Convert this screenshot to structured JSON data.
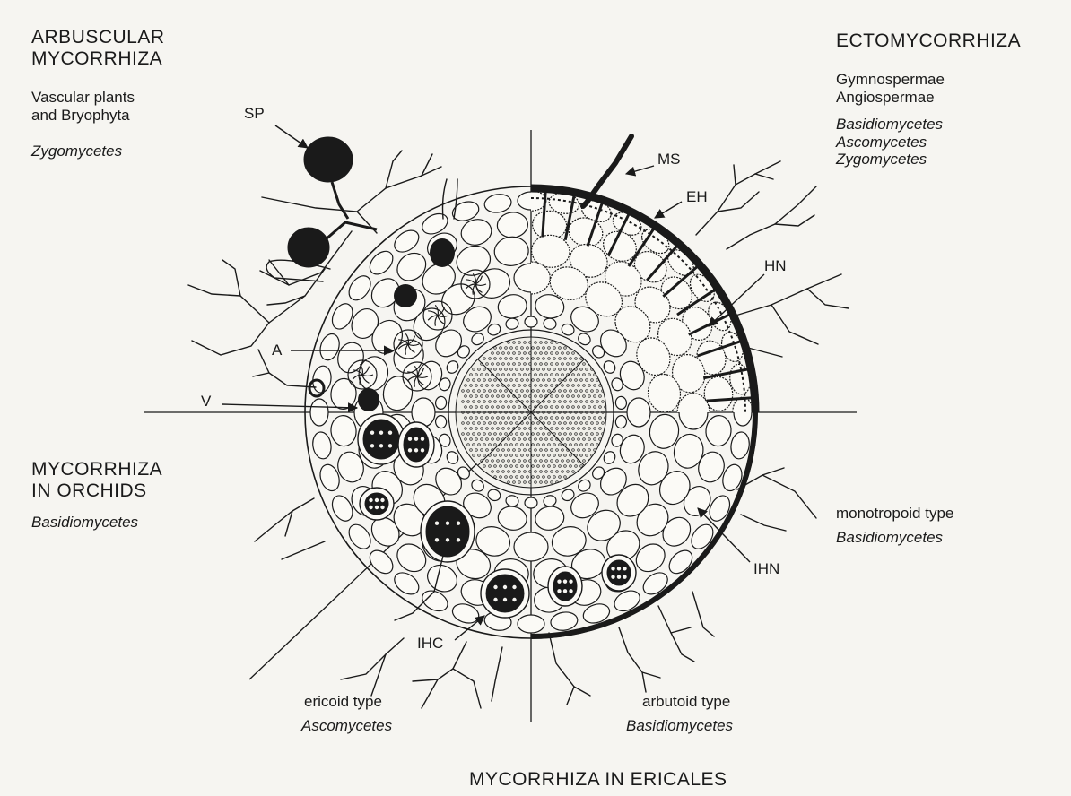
{
  "sections": {
    "arbuscular": {
      "title": "ARBUSCULAR\nMYCORRHIZA",
      "hosts": "Vascular plants\nand Bryophyta",
      "fungi": "Zygomycetes"
    },
    "ecto": {
      "title": "ECTOMYCORRHIZA",
      "hosts": "Gymnospermae\nAngiospermae",
      "fungi": "Basidiomycetes\nAscomycetes\nZygomycetes"
    },
    "orchid": {
      "title": "MYCORRHIZA\nIN ORCHIDS",
      "fungi": "Basidiomycetes"
    },
    "monotropoid": {
      "type": "monotropoid type",
      "fungi": "Basidiomycetes"
    },
    "ericoid": {
      "type": "ericoid type",
      "fungi": "Ascomycetes"
    },
    "arbutoid": {
      "type": "arbutoid type",
      "fungi": "Basidiomycetes"
    },
    "ericales": {
      "title": "MYCORRHIZA IN ERICALES"
    }
  },
  "structure_labels": {
    "sp": "SP",
    "a": "A",
    "v": "V",
    "ms": "MS",
    "eh": "EH",
    "hn": "HN",
    "ihn": "IHN",
    "ihc": "IHC"
  },
  "colors": {
    "ink": "#1a1a1a",
    "paper": "#f6f5f1"
  }
}
